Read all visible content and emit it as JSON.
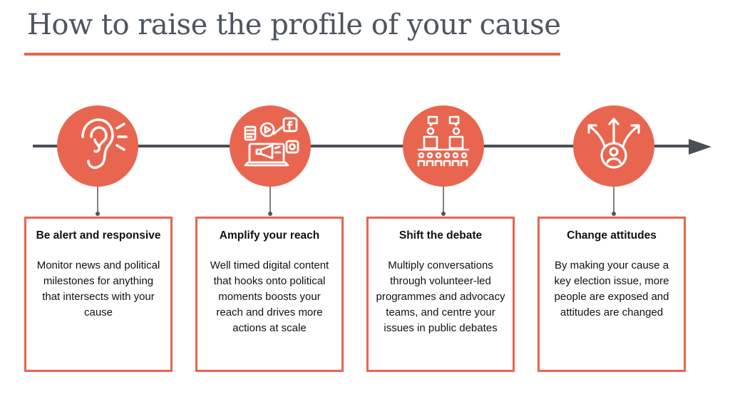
{
  "title": "How to raise the profile of your cause",
  "colors": {
    "accent": "#e8664f",
    "line": "#4a4f55",
    "title": "#4d5562"
  },
  "steps": [
    {
      "icon": "ear-icon",
      "title": "Be alert and responsive",
      "body": "Monitor news and political milestones for anything that intersects with your cause"
    },
    {
      "icon": "megaphone-laptop-icon",
      "title": "Amplify your reach",
      "body": "Well timed digital content that hooks onto political moments boosts your reach and drives more actions at scale"
    },
    {
      "icon": "debate-podium-icon",
      "title": "Shift the debate",
      "body": "Multiply conversations through volunteer-led programmes and advocacy teams, and centre your issues in public debates"
    },
    {
      "icon": "person-arrows-icon",
      "title": "Change attitudes",
      "body": "By making your cause a key election issue, more people are exposed and attitudes are changed"
    }
  ]
}
